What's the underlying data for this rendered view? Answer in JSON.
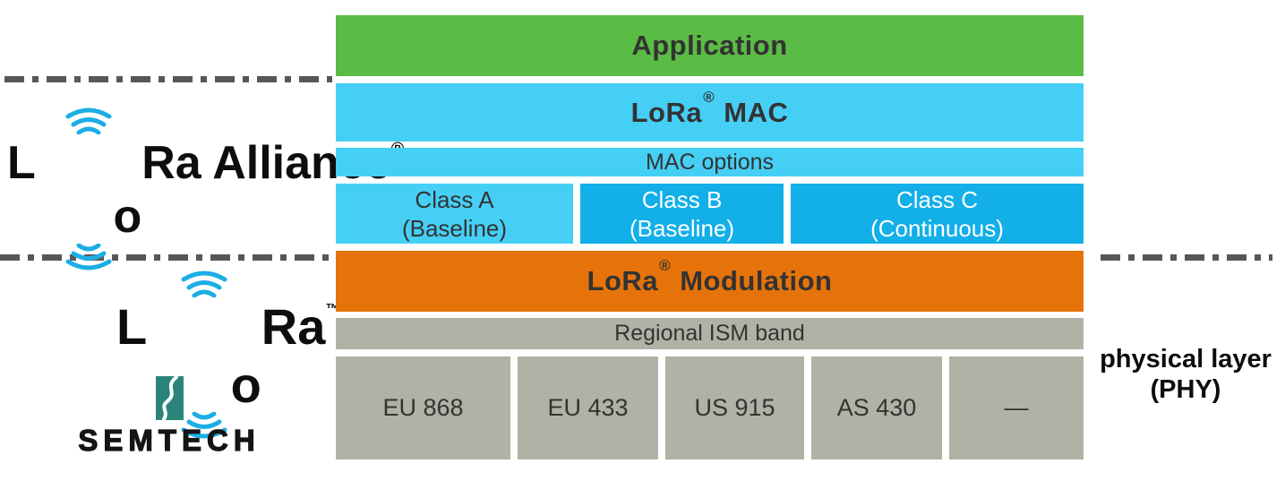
{
  "palette": {
    "green": "#5ABC45",
    "light_blue": "#45CFF5",
    "dark_blue": "#12AFE9",
    "orange": "#E67309",
    "gray": "#B1B1A6",
    "dash": "#575757",
    "text_dark": "#333333",
    "lora_cyan": "#1BAEE4",
    "semtech_teal": "#2A8479"
  },
  "left_column": {
    "lora_alliance_logo": {
      "part_l": "L",
      "part_o": "o",
      "part_rest": "Ra Alliance",
      "reg_mark": "®",
      "icon": "radio-waves-icon"
    },
    "lora_logo": {
      "part_l": "L",
      "part_o": "o",
      "part_rest": "Ra",
      "tm_mark": "™",
      "icon": "radio-waves-icon"
    },
    "semtech_logo": {
      "wordmark": "SEMTECH",
      "icon": "semtech-s-icon"
    }
  },
  "right_column": {
    "phy_line1": "physical layer",
    "phy_line2": "(PHY)"
  },
  "stack": {
    "application": {
      "label": "Application"
    },
    "mac": {
      "lora": "LoRa",
      "reg": "®",
      "rest": " MAC"
    },
    "mac_options": {
      "label": "MAC options"
    },
    "classes": [
      {
        "line1": "Class A",
        "line2": "(Baseline)",
        "variant": "light"
      },
      {
        "line1": "Class B",
        "line2": "(Baseline)",
        "variant": "dark"
      },
      {
        "line1": "Class C",
        "line2": "(Continuous)",
        "variant": "dark"
      }
    ],
    "modulation": {
      "lora": "LoRa",
      "reg": "®",
      "rest": " Modulation"
    },
    "regional": {
      "label": "Regional ISM band"
    },
    "bands": [
      "EU 868",
      "EU 433",
      "US 915",
      "AS 430",
      "—"
    ]
  }
}
